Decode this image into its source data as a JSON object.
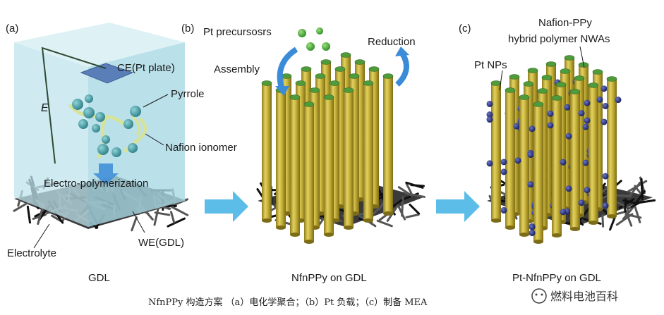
{
  "panels": {
    "a": {
      "letter": "(a)",
      "labels": {
        "ce": "CE(Pt plate)",
        "e": "E",
        "pyrrole": "Pyrrole",
        "nafion": "Nafion ionomer",
        "electro": "Electro-polymerization",
        "electrolyte": "Electrolyte",
        "we": "WE(GDL)"
      },
      "bottom_label": "GDL"
    },
    "b": {
      "letter": "(b)",
      "labels": {
        "precursors": "Pt precursosrs",
        "assembly": "Assembly",
        "reduction": "Reduction"
      },
      "bottom_label": "NfnPPy on GDL"
    },
    "c": {
      "letter": "(c)",
      "labels": {
        "nafion_ppy": "Nafion-PPy",
        "hybrid": "hybrid polymer NWAs",
        "pt_nps": "Pt NPs"
      },
      "bottom_label": "Pt-NfnPPy on GDL"
    }
  },
  "caption": "NfnPPy 构造方案 （a）电化学聚合；（b）Pt 负载；（c）制备 MEA",
  "watermark": "燃料电池百科",
  "colors": {
    "rod_body": "#c9b43a",
    "rod_top": "#4f9a3a",
    "pt_np": "#2a3482",
    "arrow": "#5bbde8",
    "box": "#bfe4ec",
    "monomer": "#3f9da6"
  }
}
